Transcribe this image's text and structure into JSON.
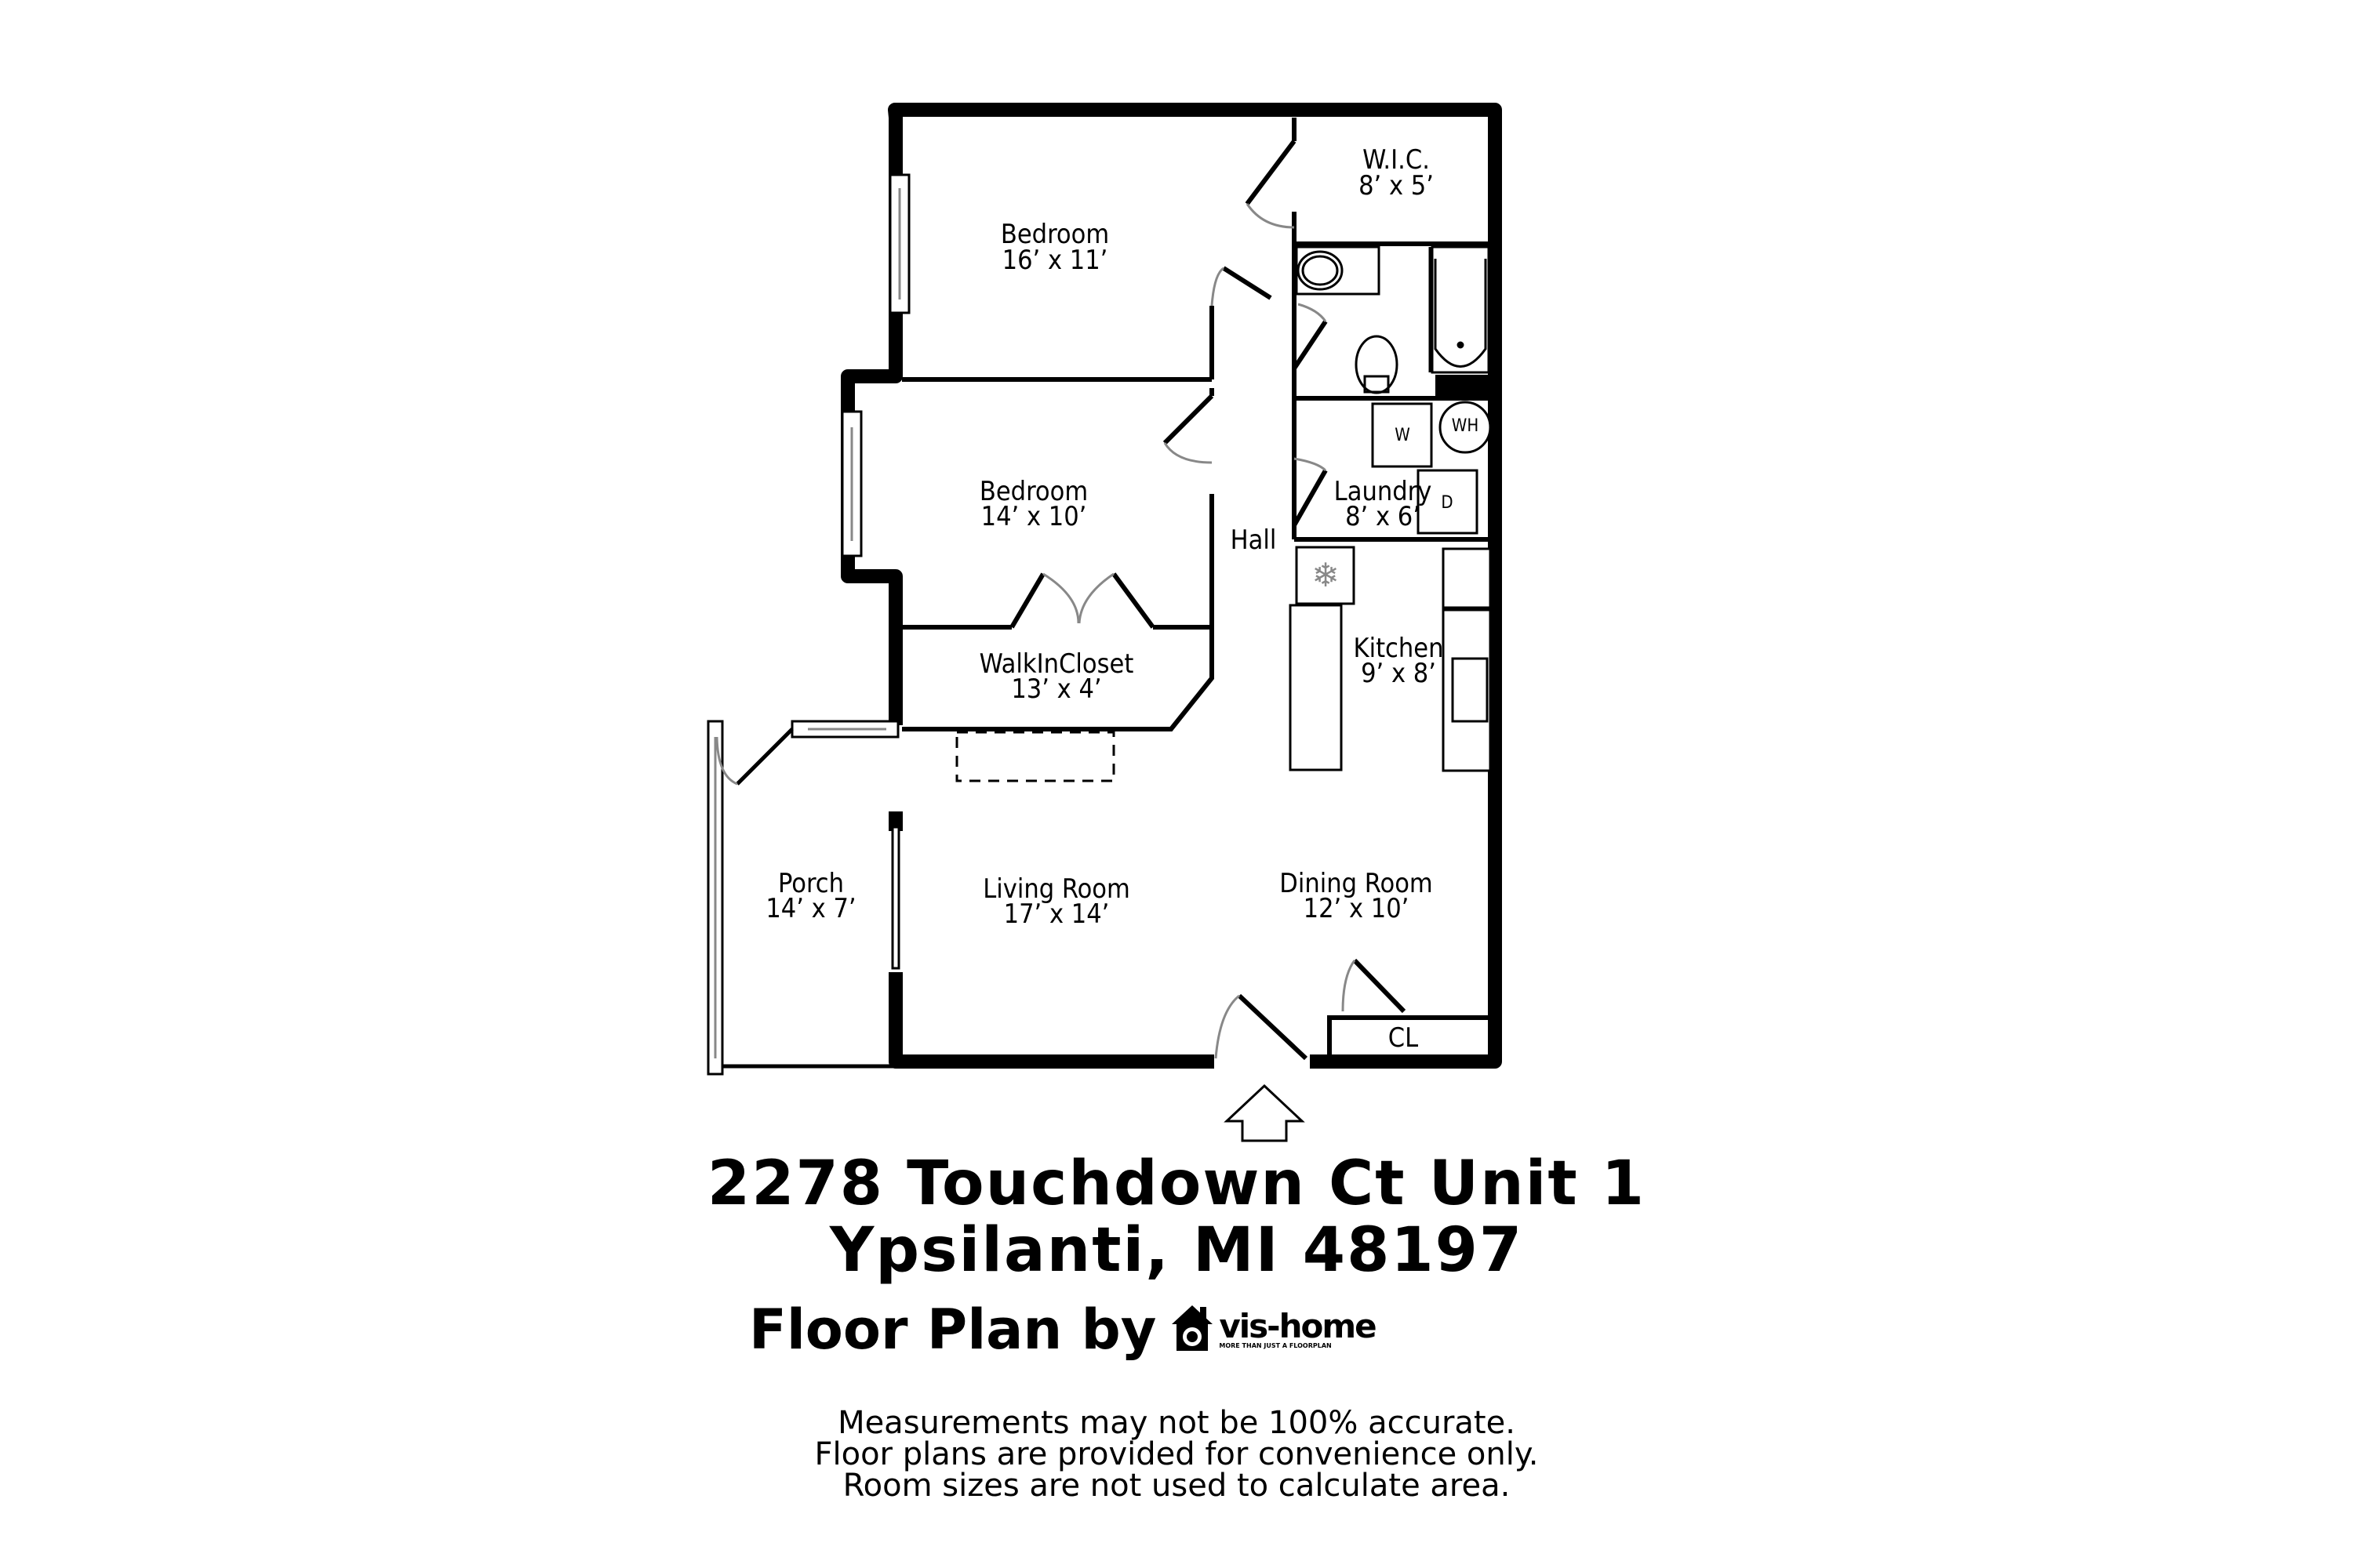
{
  "rooms": [
    {
      "name": "Bedroom",
      "size": "16’ x 11’"
    },
    {
      "name": "W.I.C.",
      "size": "8’ x 5’"
    },
    {
      "name": "Bedroom",
      "size": "14’ x 10’"
    },
    {
      "name": "Laundry",
      "size": "8’ x 6’"
    },
    {
      "name": "Hall",
      "size": ""
    },
    {
      "name": "WalkInCloset",
      "size": "13’ x 4’"
    },
    {
      "name": "Kitchen",
      "size": "9’ x 8’"
    },
    {
      "name": "Porch",
      "size": "14’ x 7’"
    },
    {
      "name": "Living Room",
      "size": "17’ x 14’"
    },
    {
      "name": "Dining Room",
      "size": "12’ x 10’"
    },
    {
      "name": "CL",
      "size": ""
    }
  ],
  "fixtures": {
    "washer": "W",
    "water_heater": "WH",
    "dryer": "D",
    "refrigerator_icon": "snowflake-icon",
    "entry_icon": "entry-arrow-icon"
  },
  "address": {
    "line1": "2278 Touchdown Ct Unit 1",
    "line2": "Ypsilanti, MI 48197"
  },
  "credit": {
    "prefix": "Floor Plan by",
    "brand": "vis-home",
    "tagline": "MORE THAN JUST A FLOORPLAN"
  },
  "disclaimer": [
    "Measurements may not be 100% accurate.",
    "Floor plans are provided for convenience only.",
    "Room sizes are not used to calculate area."
  ]
}
